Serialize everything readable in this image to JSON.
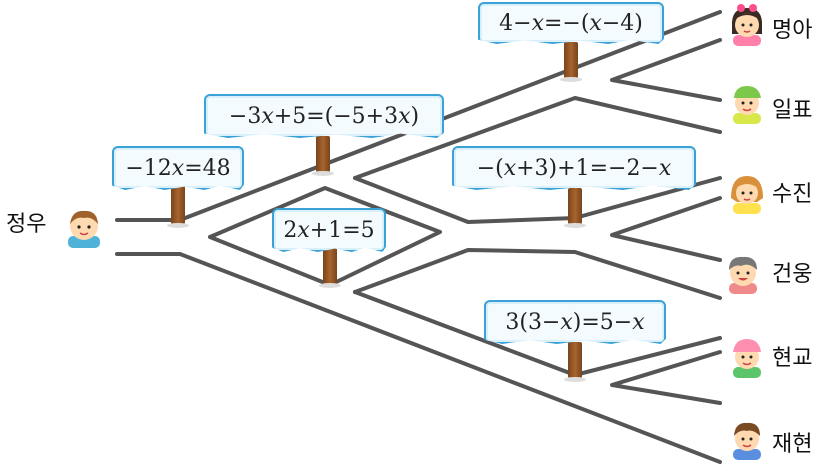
{
  "start": {
    "name": "정우"
  },
  "signs": {
    "s1": "−12𝑥=48",
    "s2": "−3𝑥+5=(−5+3𝑥)",
    "s3": "4−𝑥=−(𝑥−4)",
    "s4": "2𝑥+1=5",
    "s5": "−(𝑥+3)+1=−2−𝑥",
    "s6": "3(3−𝑥)=5−𝑥"
  },
  "people": [
    {
      "name": "명아"
    },
    {
      "name": "일표"
    },
    {
      "name": "수진"
    },
    {
      "name": "건웅"
    },
    {
      "name": "현교"
    },
    {
      "name": "재현"
    }
  ]
}
